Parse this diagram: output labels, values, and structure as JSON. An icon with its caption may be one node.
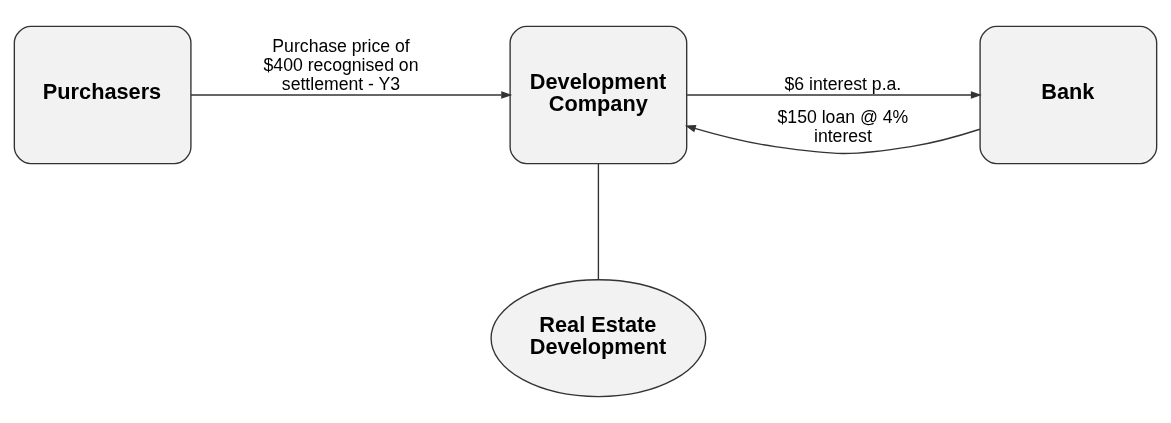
{
  "diagram": {
    "nodes": [
      {
        "text": [
          "Purchasers"
        ]
      },
      {
        "text": [
          "Development Company"
        ]
      },
      {
        "text": [
          "Bank"
        ]
      },
      {
        "text": [
          "Real Estate Development"
        ]
      }
    ],
    "edges": [
      {
        "from": 0,
        "to": 1,
        "arrow": "to",
        "label": "Purchase price of $400 recognised on settlement - Y3"
      },
      {
        "from": 1,
        "to": 2,
        "arrow": "to",
        "label": "$6 interest p.a."
      },
      {
        "from": 2,
        "to": 1,
        "arrow": "to",
        "label": "$150 loan @ 4% interest"
      },
      {
        "from": 1,
        "to": 3,
        "arrow": "none"
      }
    ]
  }
}
